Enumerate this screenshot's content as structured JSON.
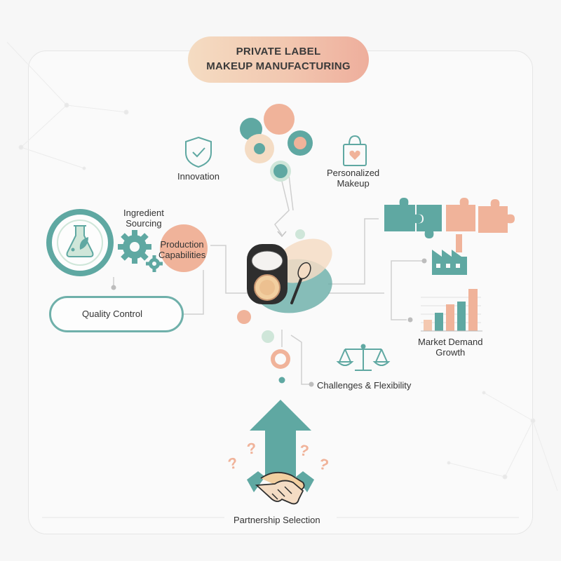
{
  "title": {
    "line1": "PRIVATE LABEL",
    "line2": "MAKEUP MANUFACTURING"
  },
  "nodes": {
    "innovation": "Innovation",
    "personalized_line1": "Personalized",
    "personalized_line2": "Makeup",
    "ingredient_line1": "Ingredient",
    "ingredient_line2": "Sourcing",
    "production_line1": "Production",
    "production_line2": "Capabilities",
    "quality_control": "Quality Control",
    "market_line1": "Market Demand",
    "market_line2": "Growth",
    "challenges": "Challenges & Flexibility",
    "partnership": "Partnership Selection"
  },
  "icons": [
    "shield-check-icon",
    "shopping-bag-heart-icon",
    "flask-leaf-icon",
    "gears-icon",
    "magnifier-icon",
    "compact-powder-brush-icon",
    "puzzle-pieces-icon",
    "factory-icon",
    "bar-chart-icon",
    "balance-scale-icon",
    "up-arrow-icon",
    "handshake-icon",
    "question-mark-icon"
  ],
  "colors": {
    "teal": "#5fa8a2",
    "peach": "#f0b39a",
    "cream": "#f4dcc4",
    "mint": "#cfe6d9"
  }
}
